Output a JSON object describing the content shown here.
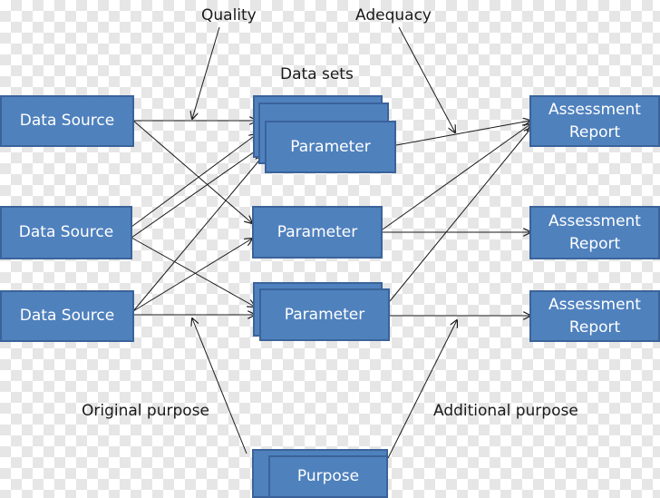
{
  "labels": {
    "quality": "Quality",
    "adequacy": "Adequacy",
    "data_sets": "Data sets",
    "original_purpose": "Original purpose",
    "additional_purpose": "Additional purpose"
  },
  "sources": [
    "Data Source",
    "Data Source",
    "Data Source"
  ],
  "parameters": [
    "Parameter",
    "Parameter",
    "Parameter"
  ],
  "reports": [
    {
      "line1": "Assessment",
      "line2": "Report"
    },
    {
      "line1": "Assessment",
      "line2": "Report"
    },
    {
      "line1": "Assessment",
      "line2": "Report"
    }
  ],
  "purpose": "Purpose",
  "colors": {
    "box_fill": "#4f81bd",
    "box_border": "#3a639a",
    "box_text": "#ffffff",
    "arrow": "#1a1a1a"
  }
}
